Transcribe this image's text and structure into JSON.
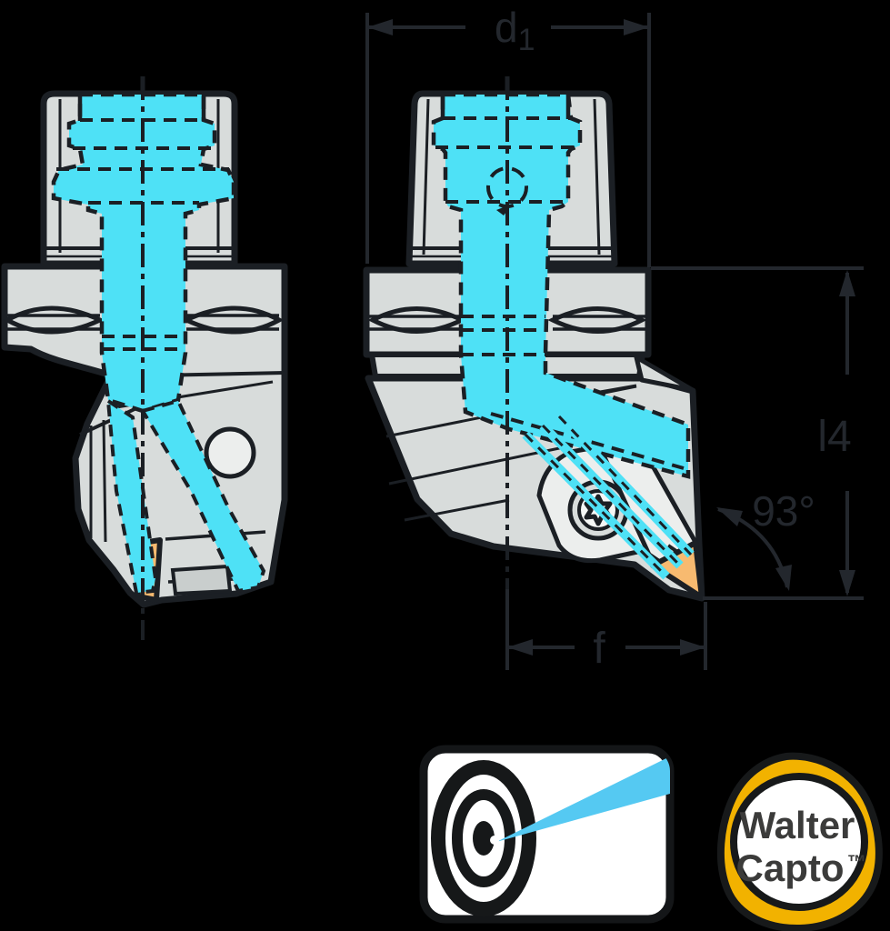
{
  "colors": {
    "background": "#000000",
    "outline": "#1b1f24",
    "dimension_lines": "#23272d",
    "body_gray": "#d8dcdb",
    "detail_gray": "#eceeed",
    "coolant_cyan": "#4ee1f6",
    "insert_orange": "#f7ba70",
    "logo_yellow": "#f2b200",
    "logo_text_gray": "#3b3b3a",
    "beam_blue": "#55c9f2",
    "white": "#ffffff"
  },
  "dimensions": {
    "d1": {
      "base": "d",
      "sub": "1"
    },
    "l4": "l4",
    "angle": "93°",
    "f": "f"
  },
  "logos": {
    "walter_capto": {
      "line1": "Walter",
      "line2": "Capto",
      "tm": "™"
    }
  }
}
